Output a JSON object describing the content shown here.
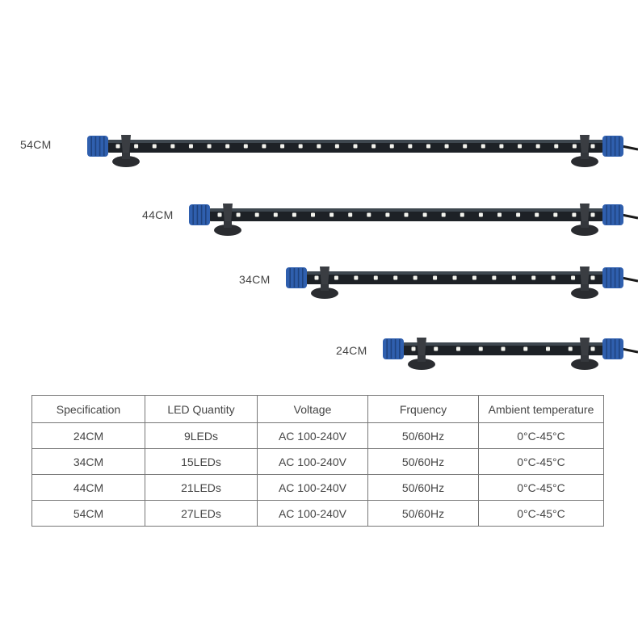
{
  "colors": {
    "cap": "#2f5fae",
    "tube": "#1d2126",
    "led": "#f4f4ee",
    "suction": "#2a2c30"
  },
  "products": [
    {
      "label": "54CM",
      "led_count": 27
    },
    {
      "label": "44CM",
      "led_count": 21
    },
    {
      "label": "34CM",
      "led_count": 15
    },
    {
      "label": "24CM",
      "led_count": 9
    }
  ],
  "table": {
    "headers": [
      "Specification",
      "LED Quantity",
      "Voltage",
      "Frquency",
      "Ambient temperature"
    ],
    "rows": [
      [
        "24CM",
        "9LEDs",
        "AC 100-240V",
        "50/60Hz",
        "0°C-45°C"
      ],
      [
        "34CM",
        "15LEDs",
        "AC 100-240V",
        "50/60Hz",
        "0°C-45°C"
      ],
      [
        "44CM",
        "21LEDs",
        "AC 100-240V",
        "50/60Hz",
        "0°C-45°C"
      ],
      [
        "54CM",
        "27LEDs",
        "AC 100-240V",
        "50/60Hz",
        "0°C-45°C"
      ]
    ]
  }
}
